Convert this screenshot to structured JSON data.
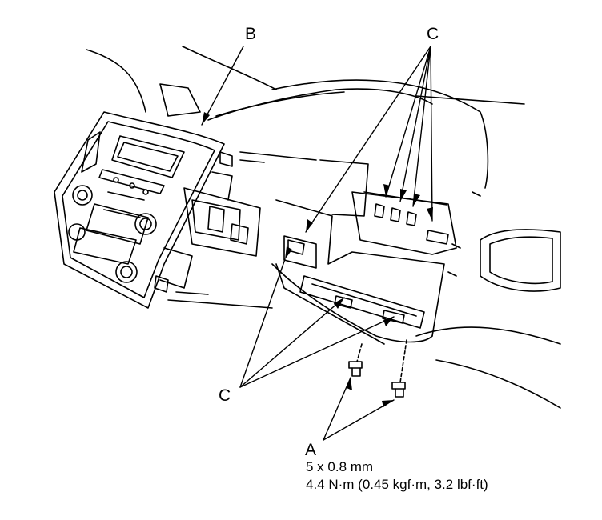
{
  "callouts": {
    "b": "B",
    "c_top": "C",
    "c_bottom": "C",
    "a": "A"
  },
  "spec": {
    "bolt_size": "5 x 0.8 mm",
    "torque": "4.4 N·m (0.45 kgf·m, 3.2 lbf·ft)"
  }
}
